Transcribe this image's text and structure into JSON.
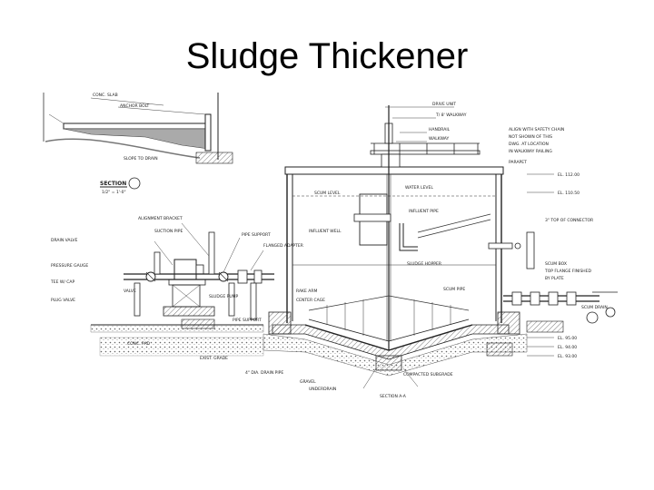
{
  "slide": {
    "title": "Sludge Thickener"
  },
  "drawing": {
    "section_label": "SECTION",
    "section_scale": "1/2\" = 1'-0\"",
    "labels": {
      "scum_level": "SCUM LEVEL",
      "water_level": "WATER LEVEL",
      "influent_well": "INFLUENT WELL",
      "influent_pipe": "INFLUENT PIPE",
      "rake_arm": "RAKE ARM",
      "center_cage": "CENTER CAGE",
      "sludge_hopper": "SLUDGE HOPPER",
      "scum_pipe": "SCUM PIPE",
      "drive_unit": "DRIVE UNIT",
      "walkway": "WALKWAY",
      "handrail": "HANDRAIL",
      "sludge_pump": "SLUDGE PUMP",
      "gravel": "GRAVEL",
      "compacted_subgrade": "COMPACTED SUBGRADE",
      "pipe_support": "PIPE SUPPORT",
      "valve": "VALVE",
      "underdrain": "UNDERDRAIN",
      "el_top": "EL. 112.00",
      "el_water": "EL. 110.50",
      "el_floor": "EL. 95.00",
      "el_bottom": "EL. 94.00",
      "el_footing": "EL. 93.00"
    }
  }
}
